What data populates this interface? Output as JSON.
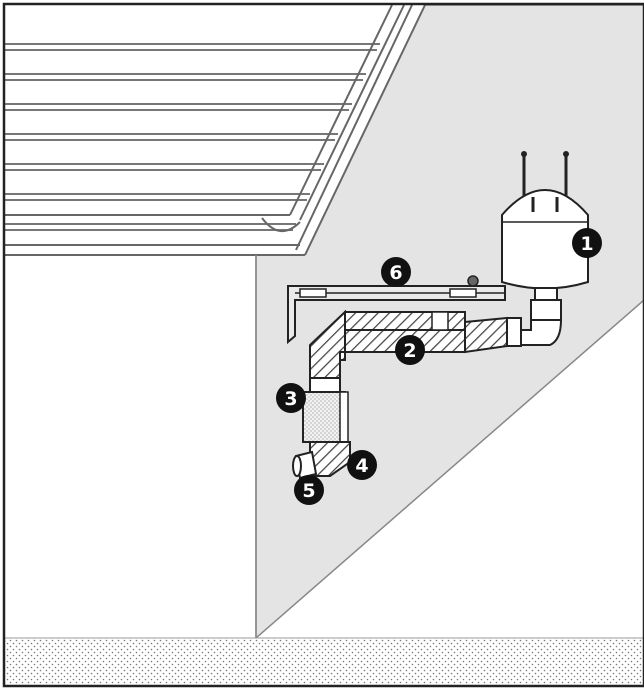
{
  "callouts": {
    "c1": "1",
    "c2": "2",
    "c3": "3",
    "c4": "4",
    "c5": "5",
    "c6": "6"
  },
  "colors": {
    "wall_shade": "#e4e4e4",
    "outline": "#222222",
    "callout_fill": "#111111",
    "ground_dots": "#777777"
  }
}
